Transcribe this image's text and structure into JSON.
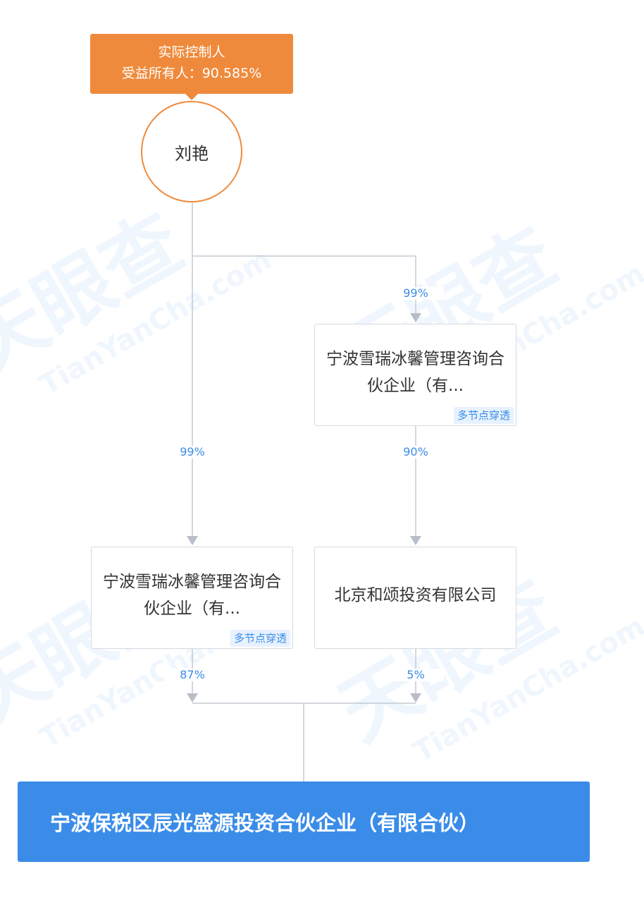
{
  "controller_badge": {
    "title": "实际控制人",
    "benefit": "受益所有人：90.585%"
  },
  "person": {
    "name": "刘艳"
  },
  "nodes": {
    "upper": {
      "name": "宁波雪瑞冰馨管理咨询合伙企业（有...",
      "tag": "多节点穿透"
    },
    "lower_left": {
      "name": "宁波雪瑞冰馨管理咨询合伙企业（有...",
      "tag": "多节点穿透"
    },
    "lower_right": {
      "name": "北京和颂投资有限公司"
    }
  },
  "edges": {
    "person_to_upper": "99%",
    "person_to_lower_left": "99%",
    "upper_to_lower_right": "90%",
    "lower_left_to_target": "87%",
    "lower_right_to_target": "5%"
  },
  "target": {
    "name": "宁波保税区辰光盛源投资合伙企业（有限合伙）"
  },
  "watermark": {
    "brand": "天眼查",
    "domain": "TianYanCha.com"
  },
  "colors": {
    "accent_orange": "#ef8a3c",
    "accent_blue": "#3a8ce8",
    "line_gray": "#c4c9d4"
  }
}
